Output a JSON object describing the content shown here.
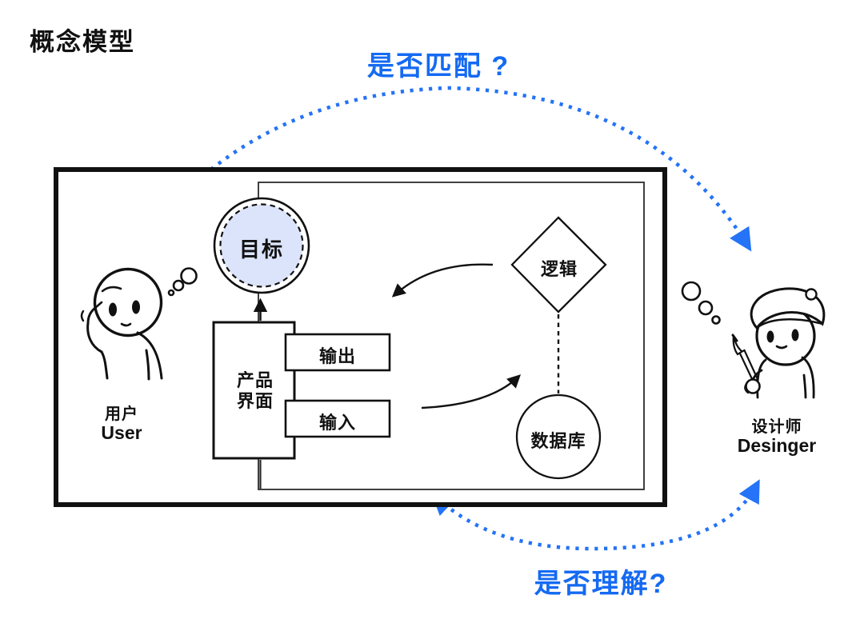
{
  "title": "概念模型",
  "annotations": {
    "top_question": "是否匹配 ?",
    "bottom_question": "是否理解?"
  },
  "system": {
    "goal": "目标",
    "interface_line1": "产品",
    "interface_line2": "界面",
    "output": "输出",
    "input": "输入",
    "logic": "逻辑",
    "database": "数据库"
  },
  "actors": {
    "user": {
      "label_zh": "用户",
      "label_en": "User"
    },
    "designer": {
      "label_zh": "设计师",
      "label_en": "Desinger"
    }
  },
  "colors": {
    "accent_blue": "#156af2",
    "dotted_arrow_blue": "#2573f6",
    "goal_fill": "#dbe4fa",
    "line_black": "#111111"
  }
}
